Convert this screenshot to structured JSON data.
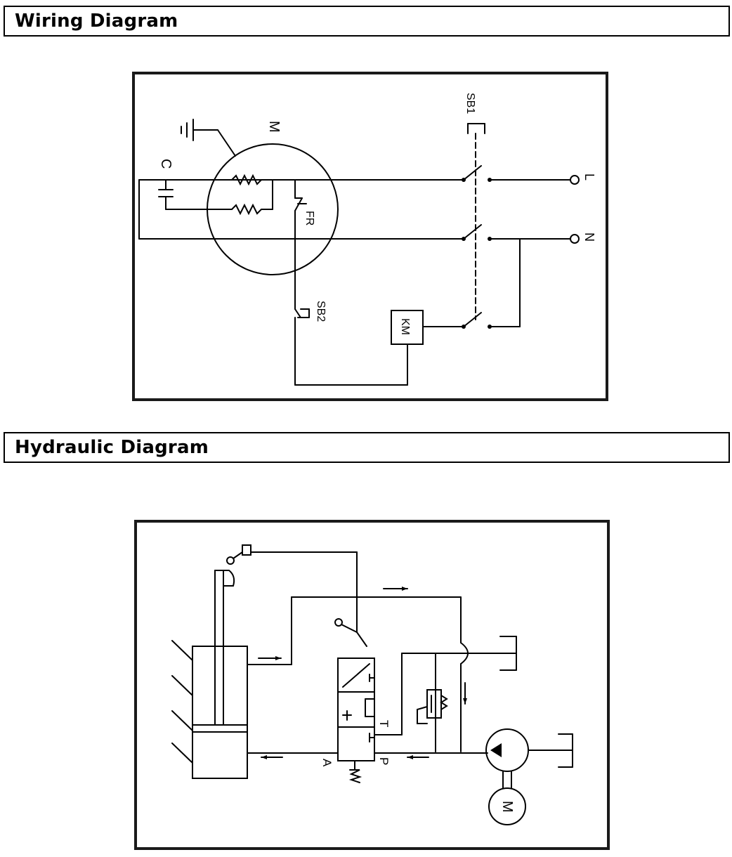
{
  "wiring_section": {
    "title": "Wiring Diagram"
  },
  "hydraulic_section": {
    "title": "Hydraulic Diagram"
  },
  "wiring_diagram": {
    "labels": {
      "motor": "M",
      "capacitor": "C",
      "thermal_relay": "FR",
      "switch_sb1": "SB1",
      "switch_sb2": "SB2",
      "contactor": "KM",
      "line": "L",
      "neutral": "N"
    }
  },
  "hydraulic_diagram": {
    "labels": {
      "port_a": "A",
      "port_p": "P",
      "port_t": "T",
      "motor": "M"
    }
  }
}
